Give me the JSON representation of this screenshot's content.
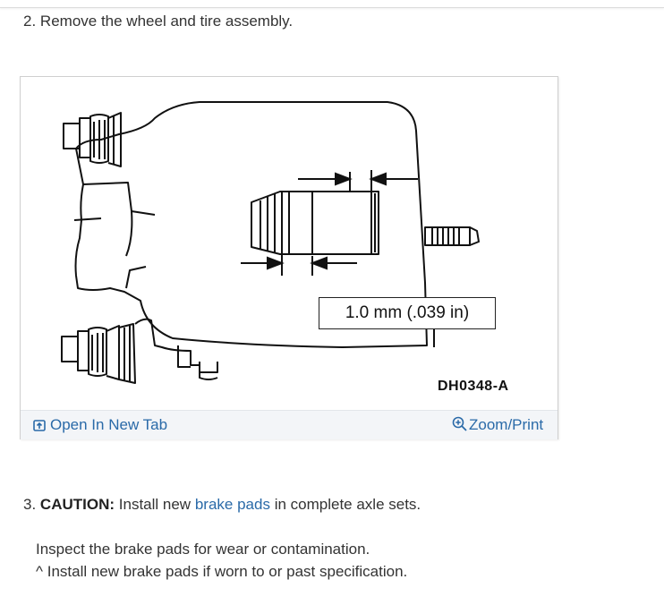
{
  "steps": {
    "step2": {
      "number": "2.",
      "text": "Remove the wheel and tire assembly."
    },
    "step3": {
      "number": "3.",
      "caution_label": "CAUTION:",
      "text_before": "Install new",
      "link_text": "brake pads",
      "text_after": "in complete axle sets."
    }
  },
  "figure": {
    "spec_label": "1.0 mm (.039 in)",
    "figure_id": "DH0348-A",
    "open_new_tab_label": "Open In New Tab",
    "zoom_print_label": "Zoom/Print",
    "icons": {
      "open": "open-in-new-tab-icon",
      "zoom": "zoom-in-icon"
    },
    "accent_color": "#2a6aa8"
  },
  "inspection": {
    "line1": "Inspect the brake pads for wear or contamination.",
    "bullet_marker": "^",
    "line2": "Install new brake pads if worn to or past specification."
  }
}
